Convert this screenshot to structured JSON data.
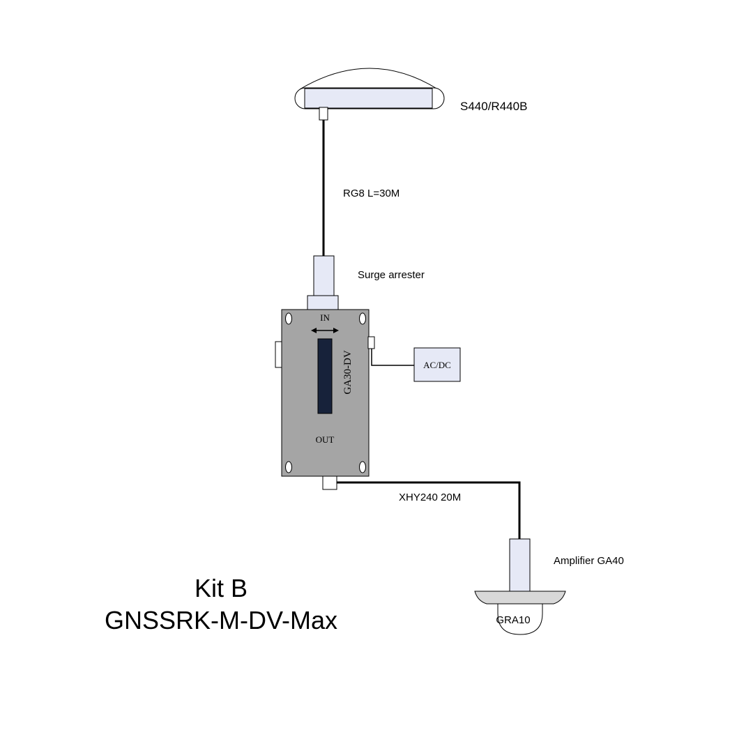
{
  "antenna": {
    "label": "S440/R440B"
  },
  "cable_top": {
    "label": "RG8 L=30M"
  },
  "surge": {
    "label": "Surge arrester"
  },
  "device": {
    "in_label": "IN",
    "model": "GA30-DV",
    "out_label": "OUT"
  },
  "power": {
    "label": "AC/DC"
  },
  "cable_bottom": {
    "label": "XHY240 20M"
  },
  "amplifier": {
    "label": "Amplifier GA40"
  },
  "gra": {
    "label": "GRA10"
  },
  "kit": {
    "title": "Kit B",
    "subtitle": "GNSSRK-M-DV-Max"
  },
  "colors": {
    "light_fill": "#e6e9f6",
    "device_body": "#a5a5a5",
    "display": "#17223a",
    "amp_base": "#d8d8d8"
  }
}
